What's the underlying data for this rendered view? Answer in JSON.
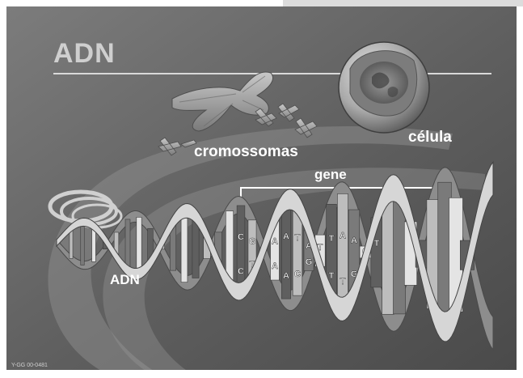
{
  "title": "ADN",
  "labels": {
    "chromosomes": "cromossomas",
    "cell": "célula",
    "gene": "gene",
    "dna": "ADN"
  },
  "credit": "Y-GG 00-0481",
  "bases": [
    {
      "letter": "C"
    },
    {
      "letter": "C"
    },
    {
      "letter": "G"
    },
    {
      "letter": "T"
    },
    {
      "letter": "A"
    },
    {
      "letter": "A"
    },
    {
      "letter": "A"
    },
    {
      "letter": "A"
    },
    {
      "letter": "T"
    },
    {
      "letter": "C"
    },
    {
      "letter": "A"
    },
    {
      "letter": "G"
    },
    {
      "letter": "T"
    },
    {
      "letter": "T"
    },
    {
      "letter": "T"
    },
    {
      "letter": "A"
    },
    {
      "letter": "T"
    },
    {
      "letter": "A"
    },
    {
      "letter": "G"
    },
    {
      "letter": "C"
    },
    {
      "letter": "T"
    }
  ]
}
